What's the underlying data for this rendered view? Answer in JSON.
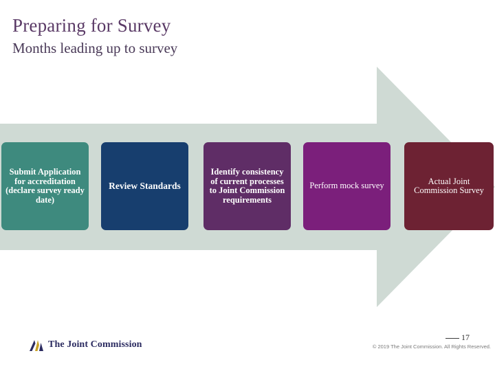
{
  "slide": {
    "title": "Preparing for Survey",
    "subtitle": "Months leading up to survey",
    "title_color": "#5A3A66",
    "subtitle_color": "#4A3A58",
    "background_color": "#FFFFFF"
  },
  "arrow": {
    "name": "process-arrow",
    "fill_color": "#CFDAD4",
    "direction": "right"
  },
  "process_steps": [
    {
      "label": "Submit Application for accreditation (declare survey ready date)",
      "color": "#3E8A7E",
      "text_color": "#FFFFFF"
    },
    {
      "label": "Review Standards",
      "color": "#173E6E",
      "text_color": "#FFFFFF"
    },
    {
      "label": "Identify consistency of current processes to Joint Commission requirements",
      "color": "#5F2D66",
      "text_color": "#FFFFFF"
    },
    {
      "label": "Perform mock survey",
      "color": "#7B1F7B",
      "text_color": "#FFFFFF"
    },
    {
      "label": "Actual Joint Commission Survey",
      "color": "#6D2233",
      "text_color": "#FFFFFF"
    }
  ],
  "footer": {
    "logo_text": "The Joint Commission",
    "page_number": "17",
    "copyright": "© 2019 The Joint Commission. All Rights Reserved."
  }
}
